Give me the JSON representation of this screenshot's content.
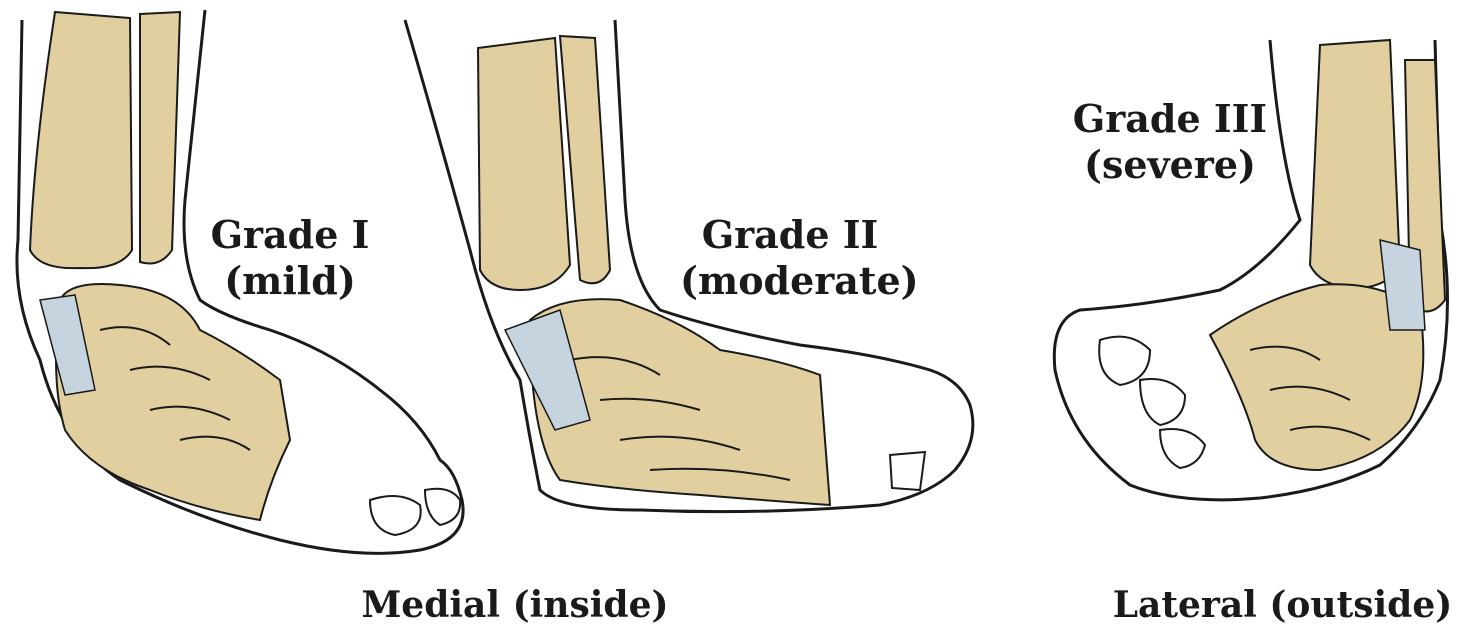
{
  "labels": {
    "grade1": {
      "title": "Grade I",
      "severity": "(mild)"
    },
    "grade2": {
      "title": "Grade II",
      "severity": "(moderate)"
    },
    "grade3": {
      "title": "Grade III",
      "severity": "(severe)"
    },
    "medial": "Medial (inside)",
    "lateral": "Lateral (outside)"
  },
  "colors": {
    "bone": "#e2cfa0",
    "ligament": "#c6d4e0",
    "outline": "#1a1a1a",
    "skin": "#ffffff"
  }
}
